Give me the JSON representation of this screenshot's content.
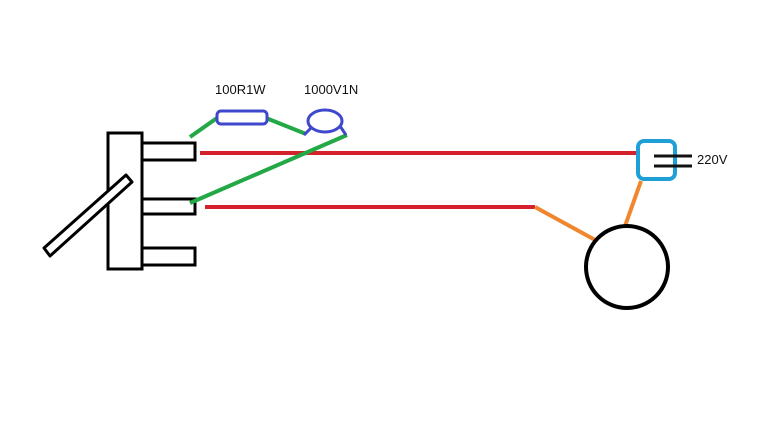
{
  "labels": {
    "resistor": "100R1W",
    "capacitor": "1000V1N",
    "voltage": "220V"
  },
  "colors": {
    "background": "#ffffff",
    "switch_outline": "#000000",
    "live_wire": "#d3222b",
    "snubber_wire": "#22a845",
    "component": "#3f48cc",
    "plug": "#1e9fd6",
    "load_wire": "#f0862e",
    "load": "#000000"
  },
  "components": {
    "switch": "three-terminal switch",
    "resistor": "resistor",
    "capacitor": "capacitor",
    "plug": "mains plug",
    "load": "load"
  }
}
